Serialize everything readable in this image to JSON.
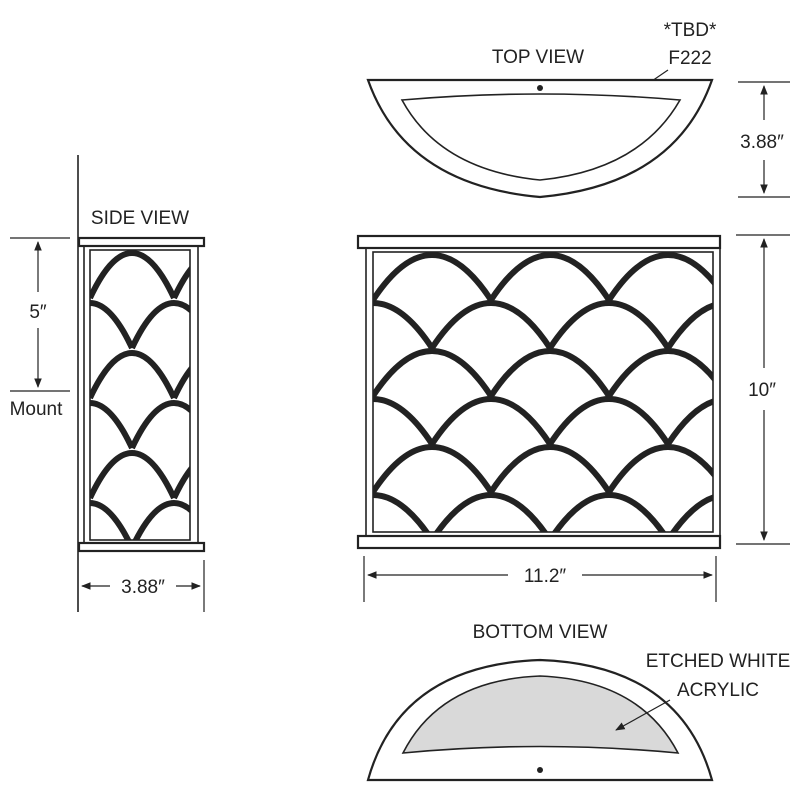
{
  "views": {
    "top": "TOP VIEW",
    "side": "SIDE VIEW",
    "bottom": "BOTTOM VIEW"
  },
  "callouts": {
    "tbd": "*TBD*",
    "finish_code": "F222",
    "lens_line1": "ETCHED WHITE",
    "lens_line2": "ACRYLIC"
  },
  "dimensions": {
    "top_depth": "3.88″",
    "front_height": "10″",
    "front_width": "11.2″",
    "side_depth": "3.88″",
    "mount_offset": "5″",
    "mount_label": "Mount"
  },
  "colors": {
    "ink": "#222222",
    "lens_fill": "#d9d9d9",
    "background": "#ffffff"
  }
}
